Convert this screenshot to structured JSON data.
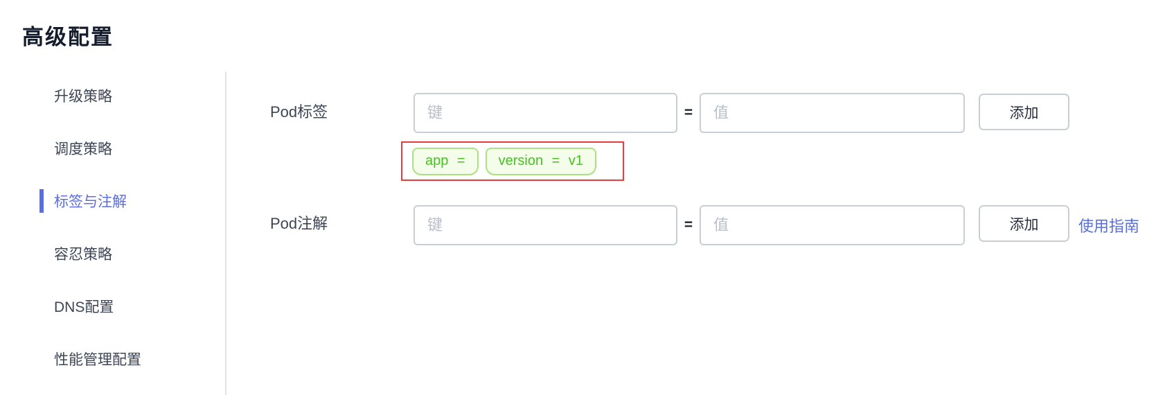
{
  "page": {
    "title": "高级配置"
  },
  "sidebar": {
    "items": [
      {
        "label": "升级策略",
        "active": false
      },
      {
        "label": "调度策略",
        "active": false
      },
      {
        "label": "标签与注解",
        "active": true
      },
      {
        "label": "容忍策略",
        "active": false
      },
      {
        "label": "DNS配置",
        "active": false
      },
      {
        "label": "性能管理配置",
        "active": false
      }
    ]
  },
  "form": {
    "pod_labels": {
      "label": "Pod标签",
      "key_placeholder": "键",
      "key_value": "",
      "value_placeholder": "值",
      "value_value": "",
      "equals": "=",
      "add_label": "添加",
      "tags": [
        {
          "key": "app",
          "value": "",
          "display": "app ="
        },
        {
          "key": "version",
          "value": "v1",
          "display": "version = v1"
        }
      ]
    },
    "pod_annotations": {
      "label": "Pod注解",
      "key_placeholder": "键",
      "key_value": "",
      "value_placeholder": "值",
      "value_value": "",
      "equals": "=",
      "add_label": "添加",
      "guide_link": "使用指南"
    }
  },
  "colors": {
    "accent_blue": "#5a6edc",
    "sidebar_text": "#3d4555",
    "title_text": "#151d2d",
    "input_border": "#c8cdd6",
    "placeholder_text": "#b9bfca",
    "tag_text_green": "#45c31f",
    "tag_border_green": "#abe180",
    "tag_background_green": "#f4fdea",
    "highlight_red": "#e83c3c"
  }
}
